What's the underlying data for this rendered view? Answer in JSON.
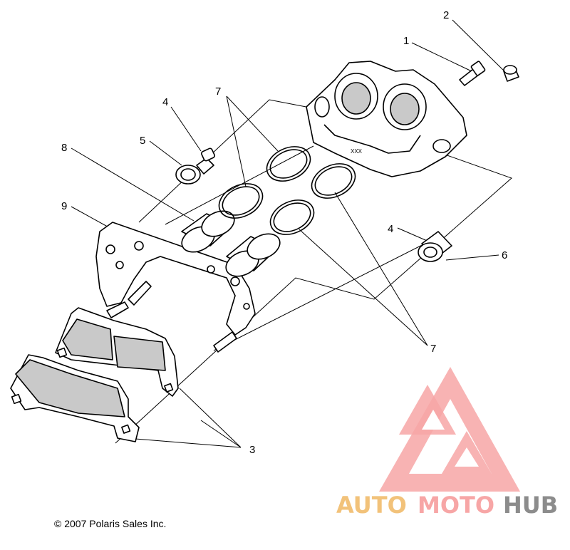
{
  "callouts": {
    "c1": "1",
    "c2": "2",
    "c3": "3",
    "c4a": "4",
    "c4b": "4",
    "c5": "5",
    "c6": "6",
    "c7a": "7",
    "c7b": "7",
    "c8": "8",
    "c9": "9"
  },
  "copyright": "© 2007 Polaris Sales Inc.",
  "housing_mark": "XXX",
  "watermark": {
    "word_a": "AUTO",
    "word_b": "MOTO",
    "word_c": "HUB",
    "color_a": "#f2c27a",
    "color_b": "#f7a6a6",
    "color_c": "#8c8c8c",
    "logo_color": "#f7a6a6"
  }
}
